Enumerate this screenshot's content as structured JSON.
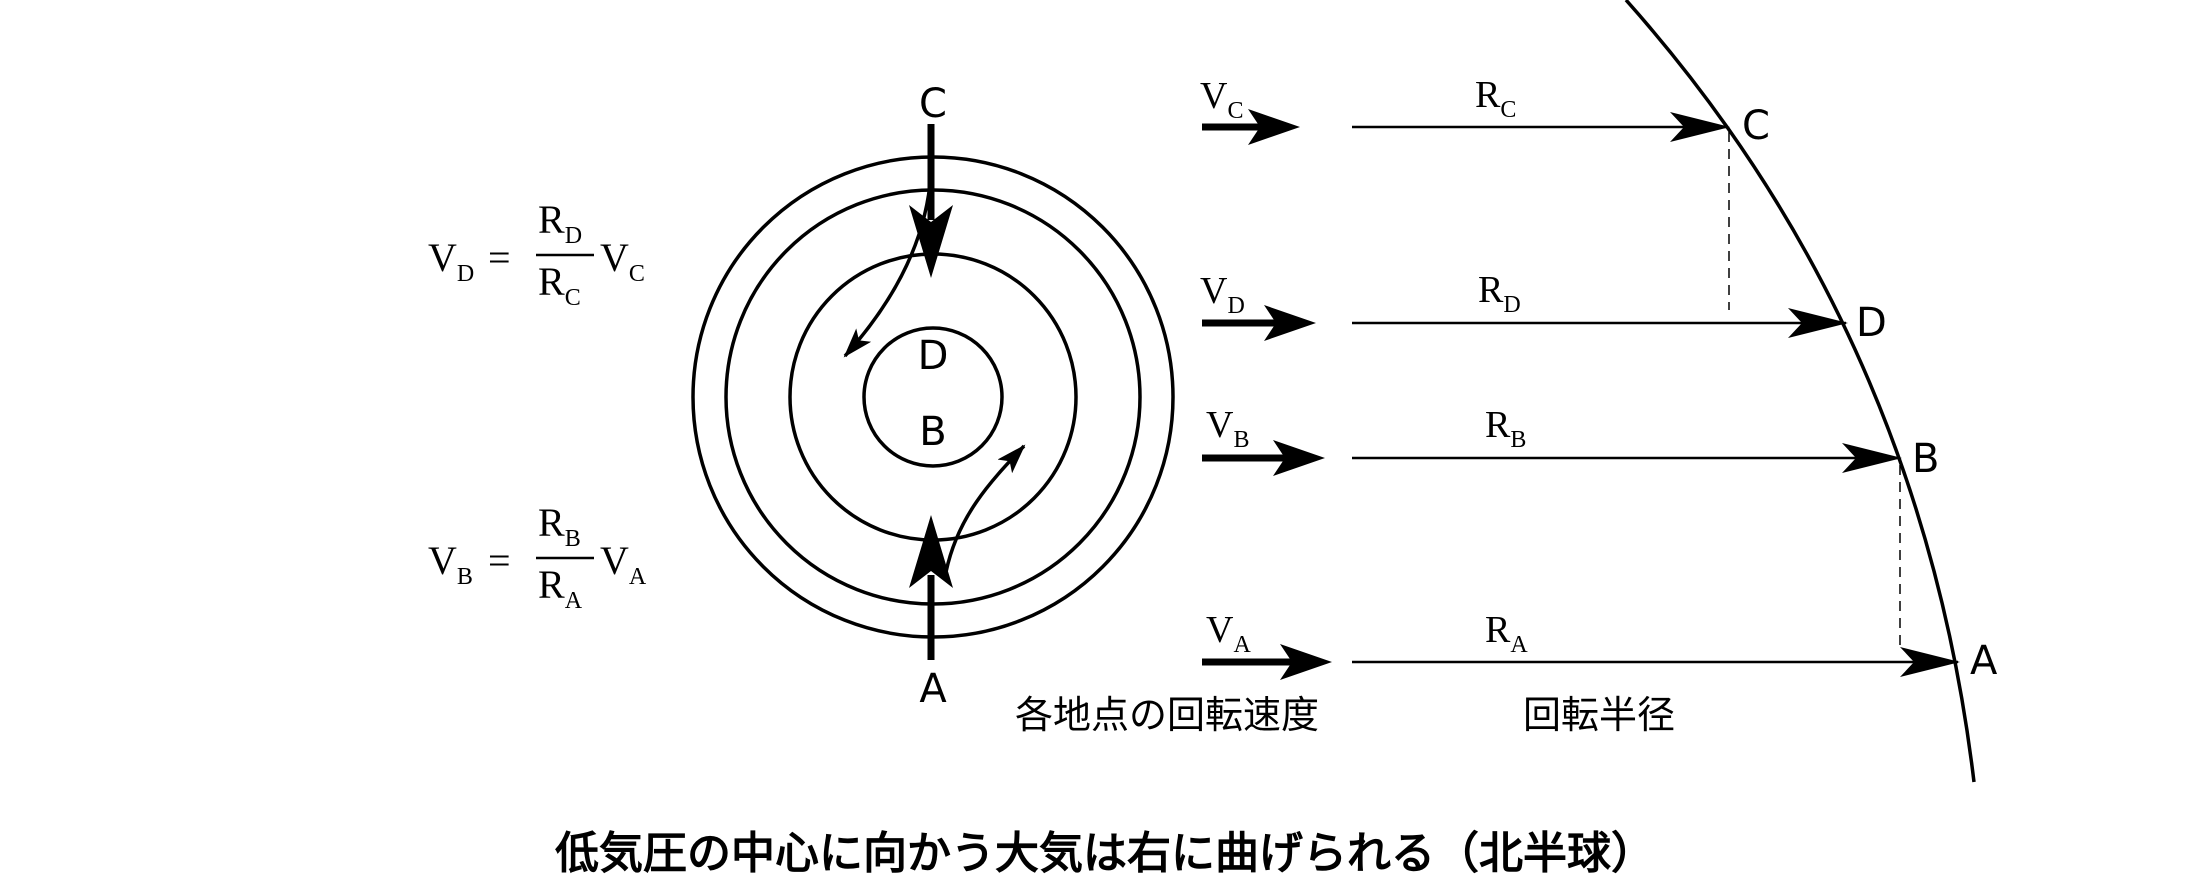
{
  "points": {
    "circle_c": "C",
    "circle_d": "D",
    "circle_b": "B",
    "circle_a": "A",
    "arc_c": "C",
    "arc_d": "D",
    "arc_b": "B",
    "arc_a": "A"
  },
  "velocity_labels": {
    "c": {
      "main": "V",
      "sub": "C"
    },
    "d": {
      "main": "V",
      "sub": "D"
    },
    "b": {
      "main": "V",
      "sub": "B"
    },
    "a": {
      "main": "V",
      "sub": "A"
    }
  },
  "radius_labels": {
    "c": {
      "main": "R",
      "sub": "C"
    },
    "d": {
      "main": "R",
      "sub": "D"
    },
    "b": {
      "main": "R",
      "sub": "B"
    },
    "a": {
      "main": "R",
      "sub": "A"
    }
  },
  "equations": {
    "top": {
      "lhs_main": "V",
      "lhs_sub": "D",
      "equals": "=",
      "num_main": "R",
      "num_sub": "D",
      "den_main": "R",
      "den_sub": "C",
      "rhs_main": "V",
      "rhs_sub": "C"
    },
    "bottom": {
      "lhs_main": "V",
      "lhs_sub": "B",
      "equals": "=",
      "num_main": "R",
      "num_sub": "B",
      "den_main": "R",
      "den_sub": "A",
      "rhs_main": "V",
      "rhs_sub": "A"
    }
  },
  "captions": {
    "rotation_speed": "各地点の回転速度",
    "rotation_radius": "回転半径",
    "main": "低気圧の中心に向かう大気は右に曲げられる（北半球）"
  }
}
